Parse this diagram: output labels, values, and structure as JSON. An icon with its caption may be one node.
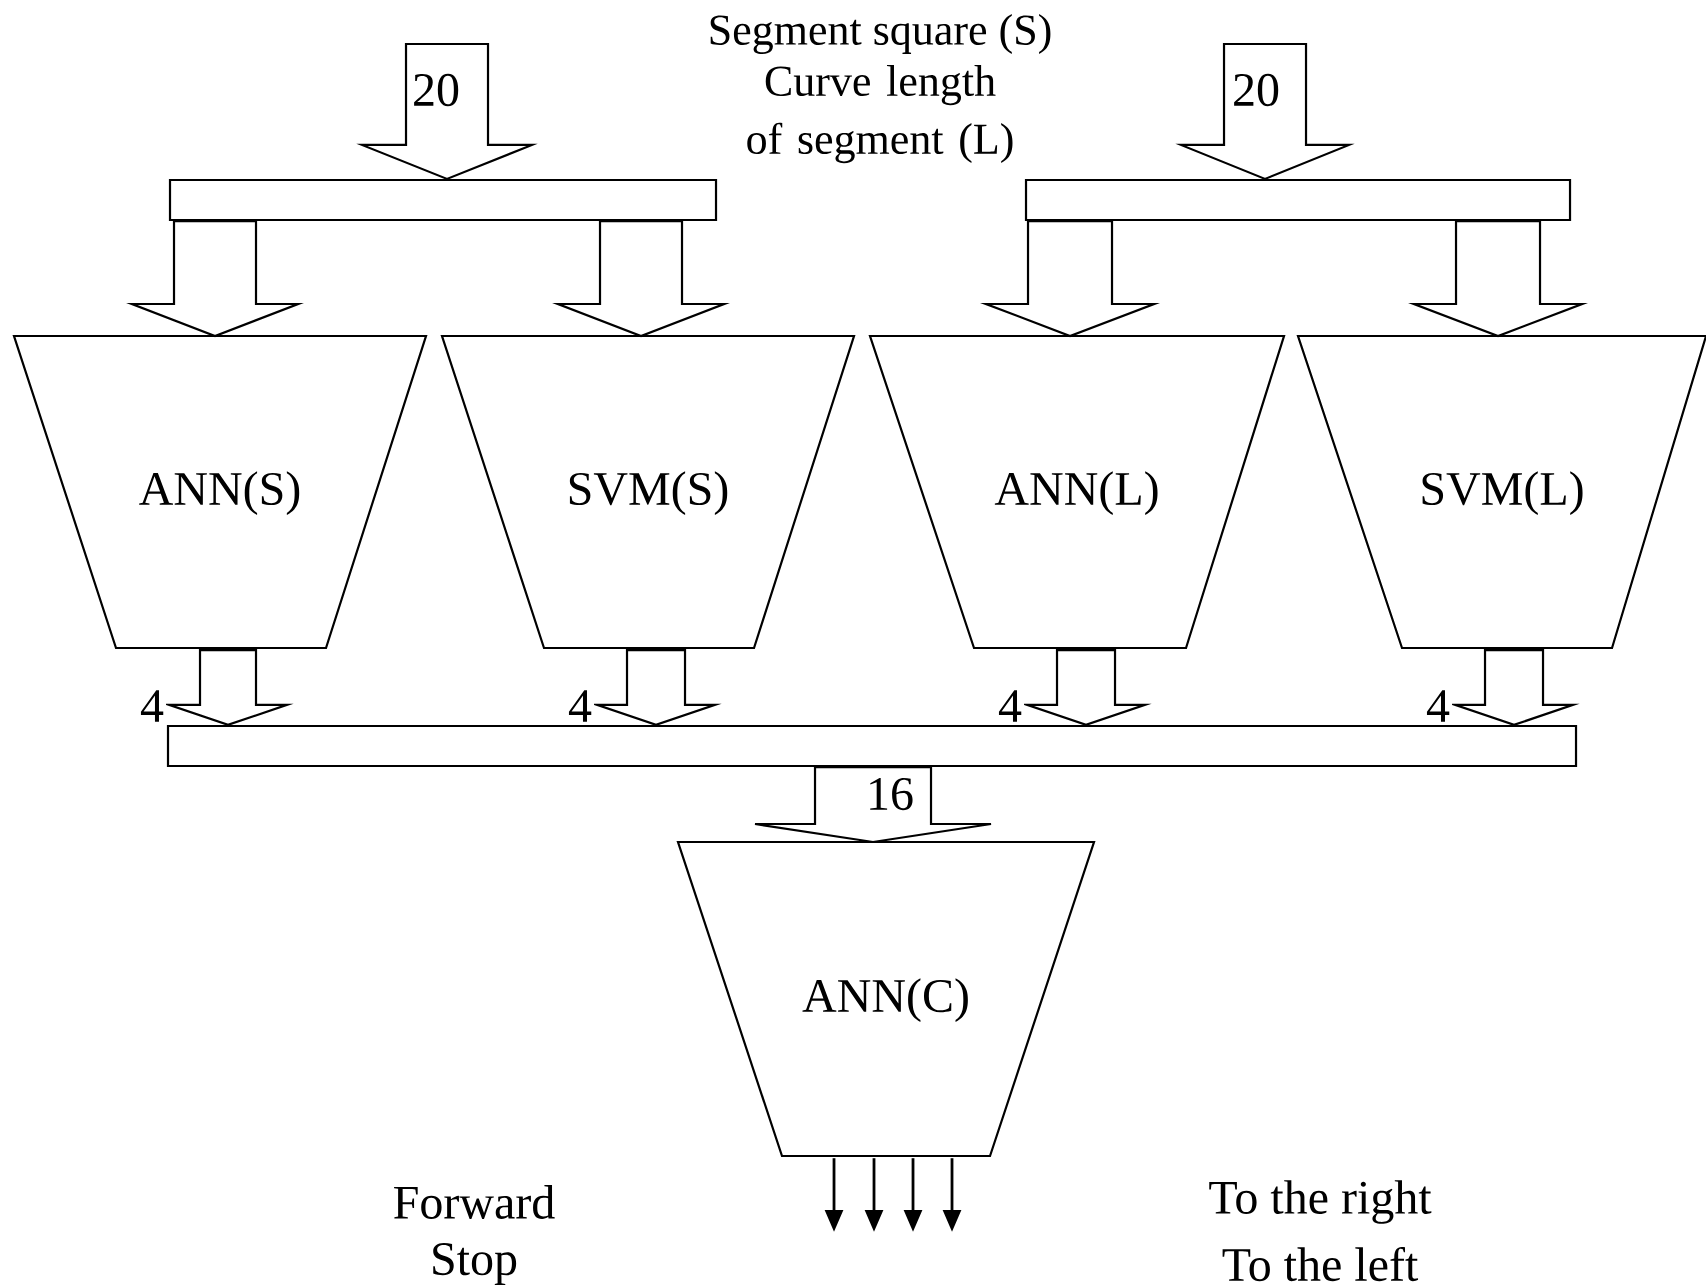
{
  "diagram": {
    "nodes": [
      {
        "text": [],
        "shape": "bar"
      },
      {
        "text": [],
        "shape": "bar"
      },
      {
        "text": [
          "ANN(S)"
        ]
      },
      {
        "text": [
          "SVM(S)"
        ]
      },
      {
        "text": [
          "ANN(L)"
        ]
      },
      {
        "text": [
          "SVM(L)"
        ]
      },
      {
        "text": [],
        "shape": "bar"
      },
      {
        "text": [
          "ANN(C)"
        ]
      }
    ],
    "edges": [
      {
        "from": null,
        "to": 0,
        "arrow": "to",
        "label": "20"
      },
      {
        "from": null,
        "to": 1,
        "arrow": "to",
        "label": "20"
      },
      {
        "from": 0,
        "to": 2,
        "arrow": "to"
      },
      {
        "from": 0,
        "to": 3,
        "arrow": "to"
      },
      {
        "from": 1,
        "to": 4,
        "arrow": "to"
      },
      {
        "from": 1,
        "to": 5,
        "arrow": "to"
      },
      {
        "from": 2,
        "to": 6,
        "arrow": "to",
        "label": "4"
      },
      {
        "from": 3,
        "to": 6,
        "arrow": "to",
        "label": "4"
      },
      {
        "from": 4,
        "to": 6,
        "arrow": "to",
        "label": "4"
      },
      {
        "from": 5,
        "to": 6,
        "arrow": "to",
        "label": "4"
      },
      {
        "from": 6,
        "to": 7,
        "arrow": "to",
        "label": "16"
      },
      {
        "from": 7,
        "to": null,
        "arrow": "to"
      },
      {
        "from": 7,
        "to": null,
        "arrow": "to"
      },
      {
        "from": 7,
        "to": null,
        "arrow": "to"
      },
      {
        "from": 7,
        "to": null,
        "arrow": "to"
      }
    ],
    "labels": [
      "Segment square (S)",
      "Curve length of segment (L)",
      "Forward",
      "Stop",
      "To the right",
      "To the left"
    ]
  }
}
